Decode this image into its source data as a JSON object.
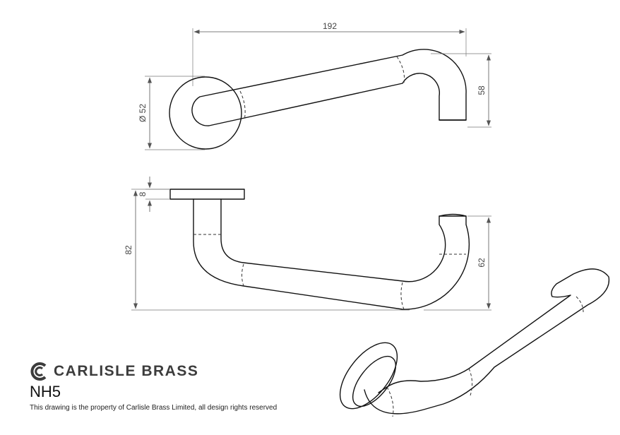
{
  "drawing": {
    "dimensions": {
      "overall_length": "192",
      "rose_diameter": "Ø 52",
      "top_view_height": "58",
      "rose_thickness": "8",
      "projection": "82",
      "side_height": "62"
    }
  },
  "brand": {
    "name": "CARLISLE BRASS",
    "logo_icon": "carlisle-brass-c-logo-icon"
  },
  "product": {
    "code": "NH5",
    "disclaimer": "This drawing is the property of Carlisle Brass Limited, all design rights reserved"
  }
}
